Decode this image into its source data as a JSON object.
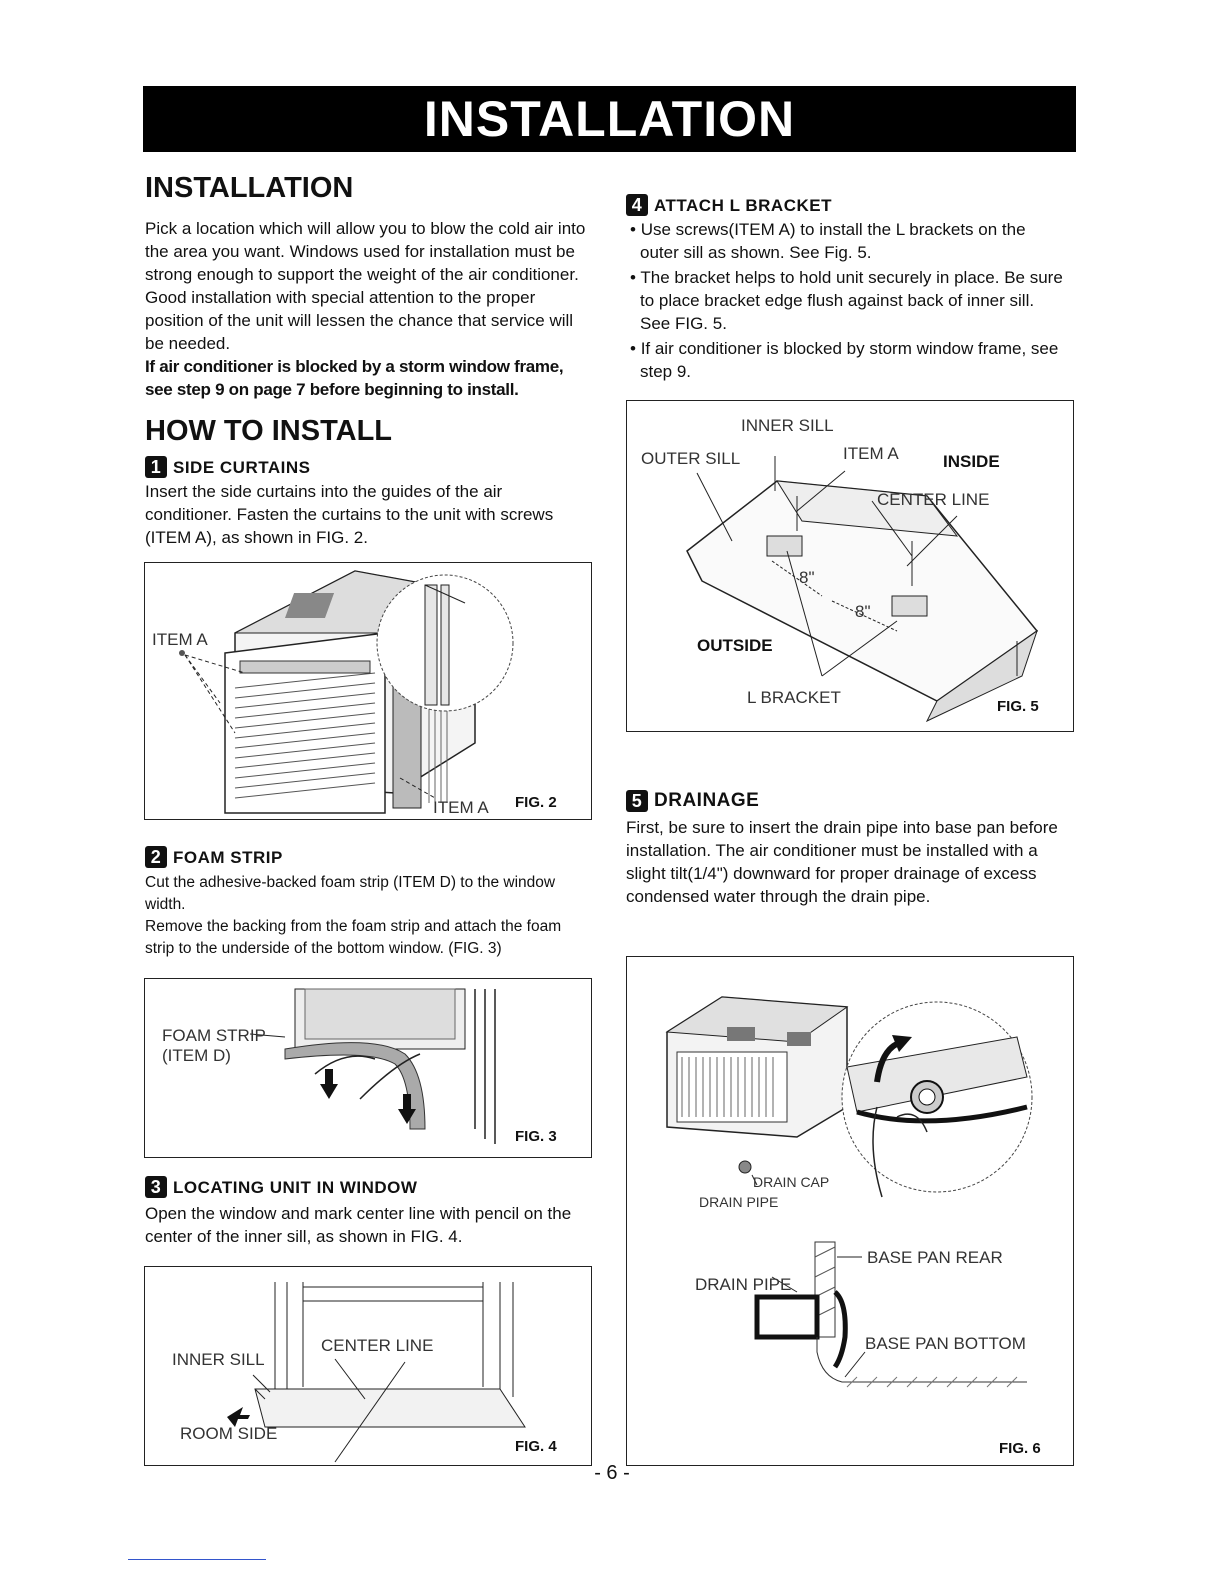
{
  "banner": "INSTALLATION",
  "left": {
    "title": "INSTALLATION",
    "intro": "Pick a location which will allow you to blow the cold air into the area you want. Windows used for installation must be strong enough to support the weight of the air conditioner. Good installation with special attention to the proper position of the unit will lessen the chance that service will be needed.",
    "warning": "If air conditioner is blocked by a storm window frame, see step 9 on page 7 before beginning to install.",
    "how_title": "HOW TO INSTALL",
    "step1": {
      "num": "1",
      "title": "SIDE CURTAINS",
      "text": "Insert the side curtains into the guides of the air conditioner. Fasten the curtains to the unit with screws (ITEM A), as shown in FIG. 2."
    },
    "fig2": {
      "label_a": "ITEM A",
      "label_b": "ITEM A",
      "caption": "FIG. 2"
    },
    "step2": {
      "num": "2",
      "title": "FOAM STRIP",
      "text1": "Cut the adhesive-backed foam strip (ITEM D) to the window width.",
      "text2": "Remove the backing from the foam strip and attach the foam strip to the underside of the bottom window. (FIG. 3)"
    },
    "fig3": {
      "label1": "FOAM STRIP",
      "label2": "(ITEM D)",
      "caption": "FIG. 3"
    },
    "step3": {
      "num": "3",
      "title": "LOCATING UNIT IN WINDOW",
      "text": "Open the window and mark center line with pencil on the center of the inner sill, as shown in FIG. 4."
    },
    "fig4": {
      "inner_sill": "INNER SILL",
      "center_line": "CENTER LINE",
      "room_side": "ROOM SIDE",
      "caption": "FIG. 4"
    }
  },
  "right": {
    "step4": {
      "num": "4",
      "title": "ATTACH L BRACKET",
      "bullets": [
        "Use screws(ITEM A) to install the L brackets on the outer sill as shown. See Fig. 5.",
        "The bracket helps to hold unit securely in place. Be sure to place bracket edge flush against back of inner sill. See FIG. 5.",
        "If air conditioner is blocked by storm window frame, see step 9."
      ]
    },
    "fig5": {
      "inner_sill": "INNER SILL",
      "outer_sill": "OUTER SILL",
      "item_a": "ITEM A",
      "inside": "INSIDE",
      "center_line": "CENTER LINE",
      "dim1": "8\"",
      "dim2": "8\"",
      "outside": "OUTSIDE",
      "l_bracket": "L BRACKET",
      "caption": "FIG. 5"
    },
    "step5": {
      "num": "5",
      "title": "DRAINAGE",
      "text": "First, be sure to insert the drain pipe into base pan before installation. The air conditioner must be installed with a slight tilt(1/4\") downward for proper drainage of excess condensed water through the drain pipe."
    },
    "fig6": {
      "drain_cap": "DRAIN CAP",
      "drain_pipe_small": "DRAIN PIPE",
      "base_pan_rear": "BASE PAN REAR",
      "drain_pipe": "DRAIN PIPE",
      "base_pan_bottom": "BASE PAN BOTTOM",
      "caption": "FIG. 6"
    }
  },
  "page_number": "- 6 -"
}
